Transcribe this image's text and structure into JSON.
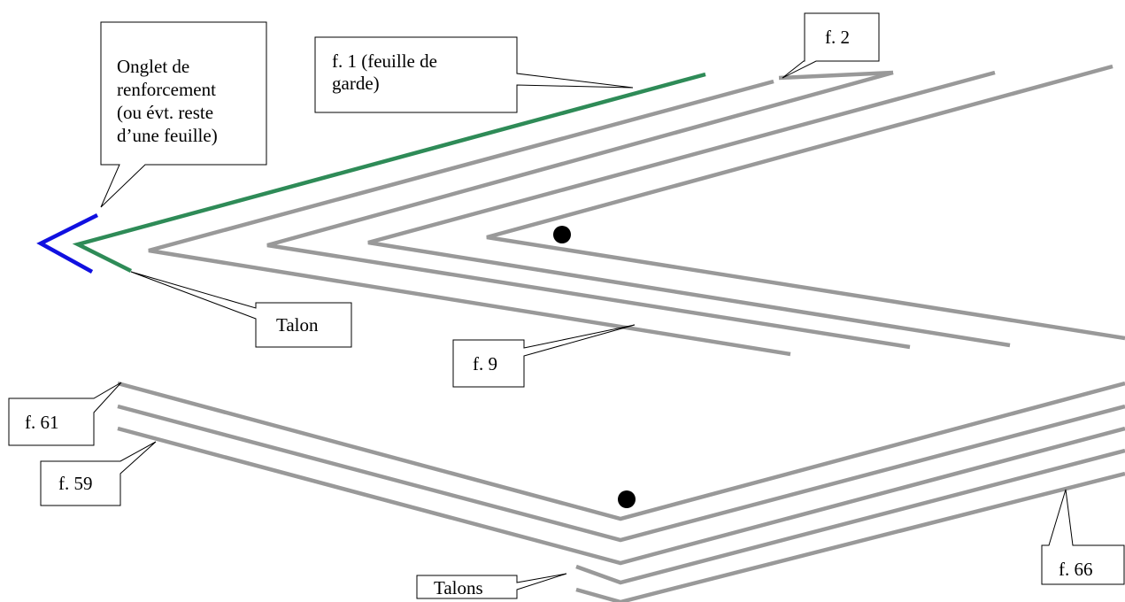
{
  "colors": {
    "leaf": "#999999",
    "flyleaf": "#2e8b57",
    "tab": "#1010e0",
    "dot": "#000000",
    "box_border": "#000000",
    "box_fill": "#ffffff"
  },
  "callouts": {
    "tab": [
      "Onglet de",
      "renforcement",
      "(ou évt. reste",
      "d’une feuille)"
    ],
    "flyleaf": [
      "f. 1 (feuille de",
      "garde)"
    ],
    "f2": [
      "f. 2"
    ],
    "stub": [
      "Talon"
    ],
    "f9": [
      "f. 9"
    ],
    "f61": [
      "f. 61"
    ],
    "f59": [
      "f. 59"
    ],
    "stubs": [
      "Talons"
    ],
    "f66": [
      "f. 66"
    ]
  }
}
